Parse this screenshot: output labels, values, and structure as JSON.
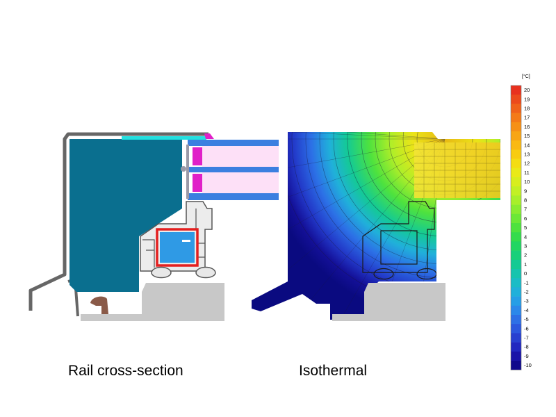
{
  "captions": {
    "left": "Rail cross-section",
    "right": "Isothermal"
  },
  "colorscale": {
    "unit": "[°C]",
    "values": [
      20,
      19,
      18,
      17,
      16,
      15,
      14,
      13,
      12,
      11,
      10,
      9,
      8,
      7,
      6,
      5,
      4,
      3,
      2,
      1,
      0,
      -1,
      -2,
      -3,
      -4,
      -5,
      -6,
      -7,
      -8,
      -9,
      -10
    ],
    "colors": [
      "#e8311e",
      "#ec4a1c",
      "#f0621a",
      "#f47a18",
      "#f69016",
      "#f8a514",
      "#fab912",
      "#f8cc10",
      "#f4dd12",
      "#eaea18",
      "#d8ee1e",
      "#c2f024",
      "#a8ef2a",
      "#8aec30",
      "#6ce836",
      "#4ee23e",
      "#34dc4c",
      "#22d662",
      "#18d07a",
      "#14ca94",
      "#16c4ae",
      "#1abcc6",
      "#20b0da",
      "#269ee6",
      "#2c88ea",
      "#2e70e6",
      "#2c58de",
      "#2840d0",
      "#2228c0",
      "#1a14a8",
      "#10098c"
    ]
  },
  "colors": {
    "frame_gray": "#666666",
    "wall_blue": "#0a6f8f",
    "cyan_strip": "#22e0e0",
    "pane_blue": "#3b7fe0",
    "pane_pink": "#fde0f7",
    "magenta": "#e020c8",
    "sill_gray": "#c8c8c8",
    "red_seal": "#e41f1f",
    "glass_blue": "#2f9ae5",
    "iso_outer": "#0a0a80"
  }
}
